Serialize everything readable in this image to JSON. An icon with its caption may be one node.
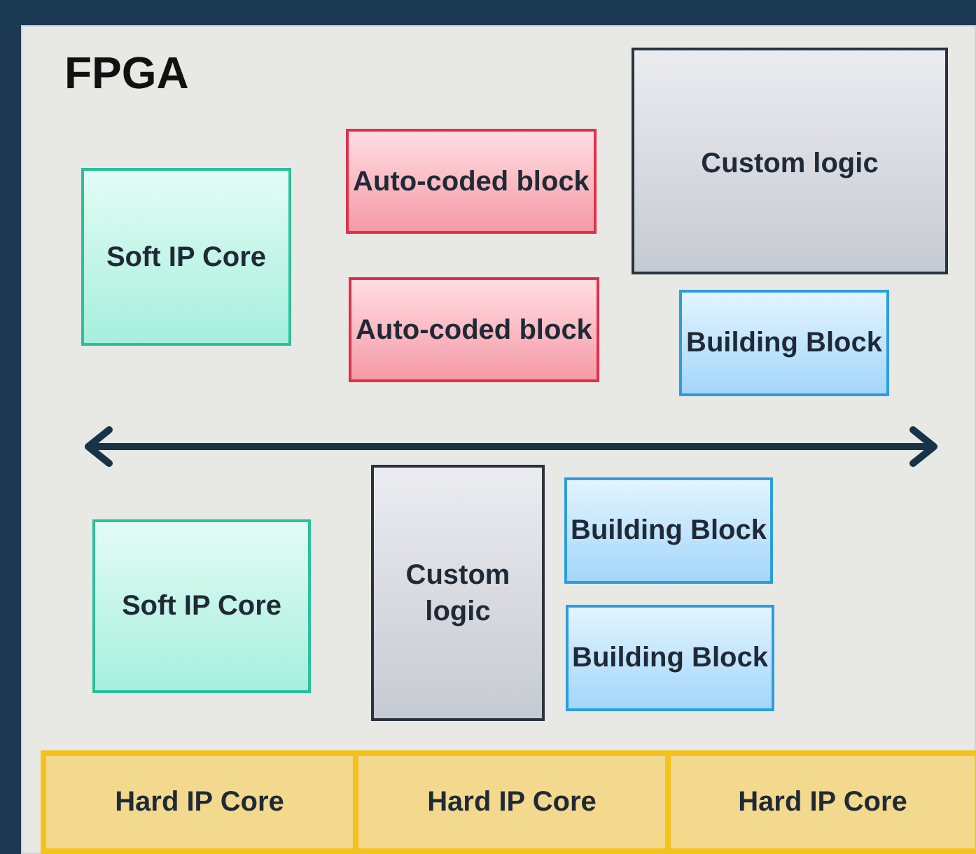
{
  "diagram": {
    "nodes": [
      {
        "text": [
          "FPGA"
        ]
      },
      {
        "text": [
          "Custom logic"
        ],
        "in": 0
      },
      {
        "text": [
          "Auto-coded block"
        ],
        "in": 0
      },
      {
        "text": [
          "Soft IP Core"
        ],
        "in": 0
      },
      {
        "text": [
          "Auto-coded block"
        ],
        "in": 0
      },
      {
        "text": [
          "Building Block"
        ],
        "in": 0
      },
      {
        "text": [
          "Custom logic"
        ],
        "in": 0
      },
      {
        "text": [
          "Building Block"
        ],
        "in": 0
      },
      {
        "text": [
          "Soft IP Core"
        ],
        "in": 0
      },
      {
        "text": [
          "Building Block"
        ],
        "in": 0
      },
      {
        "text": [
          "Hard IP Core"
        ],
        "in": 0
      },
      {
        "text": [
          "Hard IP Core"
        ],
        "in": 0
      },
      {
        "text": [
          "Hard IP Core"
        ],
        "in": 0
      }
    ]
  }
}
